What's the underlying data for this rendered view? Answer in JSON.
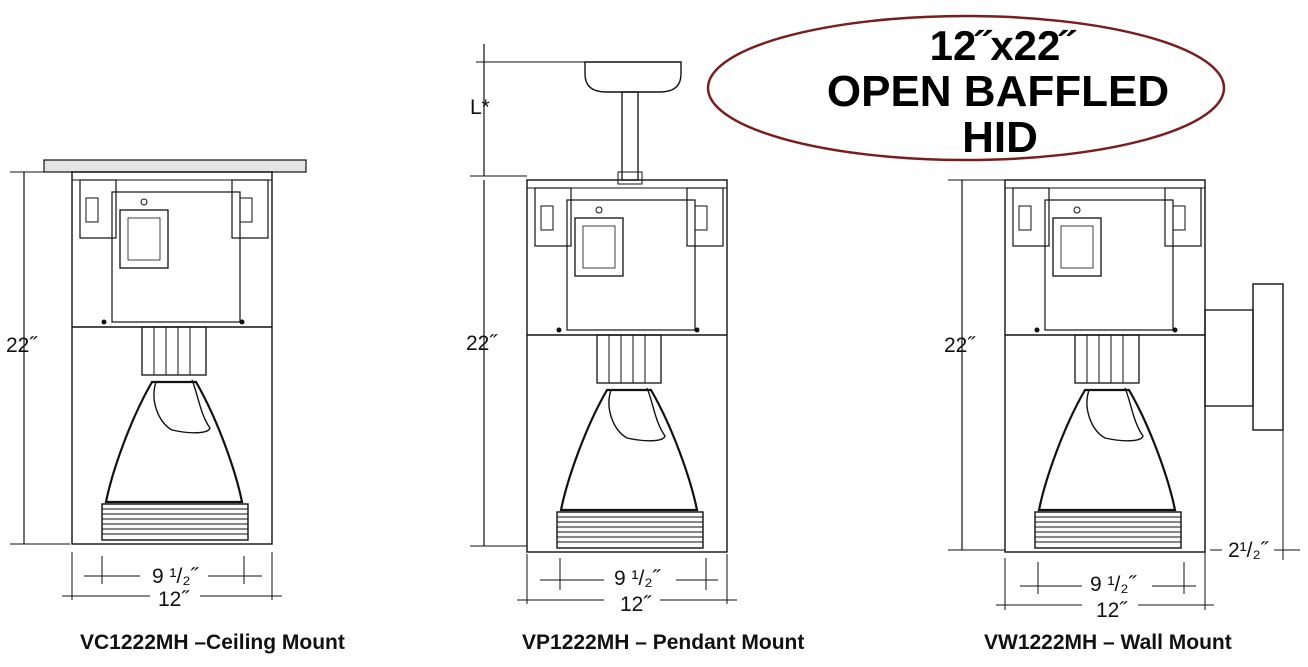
{
  "badge": {
    "line1": "12˝x22˝",
    "line2": "OPEN BAFFLED",
    "line3": "HID",
    "border_color": "#7a1d1d"
  },
  "ceiling": {
    "caption": "VC1222MH –Ceiling Mount",
    "height_label": "22˝",
    "inner_width_label": "9 ¹/₂˝",
    "outer_width_label": "12˝"
  },
  "pendant": {
    "caption": "VP1222MH – Pendant Mount",
    "stem_label": "L*",
    "height_label": "22˝",
    "inner_width_label": "9 ¹/₂˝",
    "outer_width_label": "12˝"
  },
  "wall": {
    "caption": "VW1222MH – Wall Mount",
    "height_label": "22˝",
    "projection_label": "2¹/₂˝",
    "inner_width_label": "9 ¹/₂˝",
    "outer_width_label": "12˝"
  }
}
